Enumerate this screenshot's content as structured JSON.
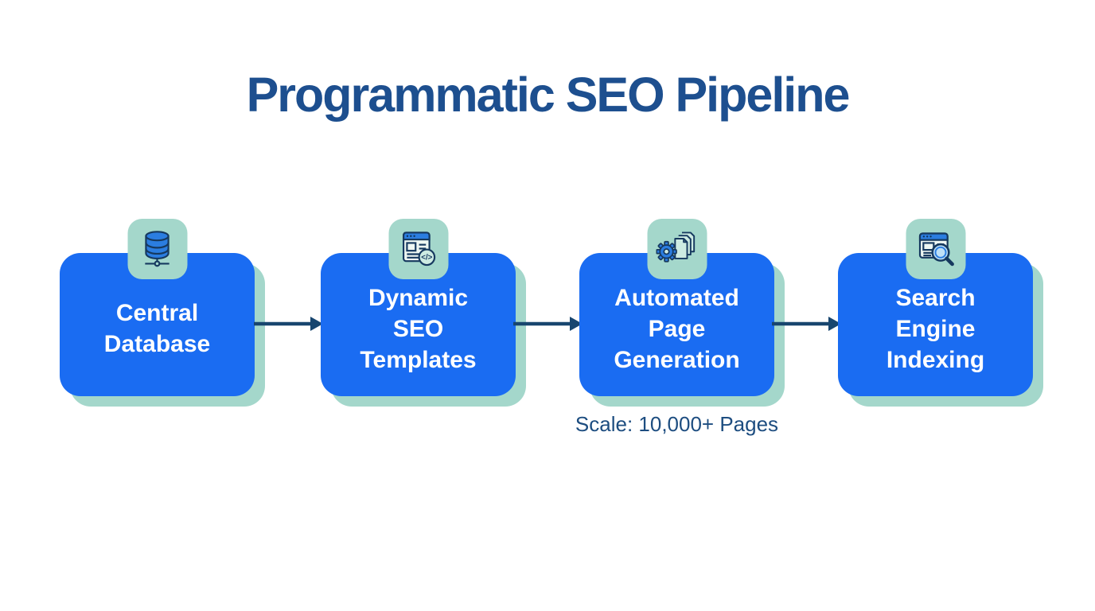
{
  "title": "Programmatic SEO Pipeline",
  "colors": {
    "background": "#ffffff",
    "title_text": "#1d4f8f",
    "box_fill": "#1a6cf2",
    "box_text": "#ffffff",
    "badge_and_shadow_teal": "#a4d7cb",
    "arrow": "#18466f",
    "caption_text": "#1d4d80",
    "icon_outline": "#16395f",
    "icon_blue_fill": "#2b7de0"
  },
  "pipeline": {
    "stages": [
      {
        "label": "Central Database",
        "lines": [
          "Central",
          "Database"
        ],
        "icon": "database-icon"
      },
      {
        "label": "Dynamic SEO Templates",
        "lines": [
          "Dynamic",
          "SEO",
          "Templates"
        ],
        "icon": "webpage-code-icon"
      },
      {
        "label": "Automated Page Generation",
        "lines": [
          "Automated",
          "Page",
          "Generation"
        ],
        "icon": "gear-documents-icon"
      },
      {
        "label": "Search Engine Indexing",
        "lines": [
          "Search",
          "Engine",
          "Indexing"
        ],
        "icon": "webpage-magnifier-icon"
      }
    ],
    "caption": "Scale: 10,000+ Pages"
  }
}
